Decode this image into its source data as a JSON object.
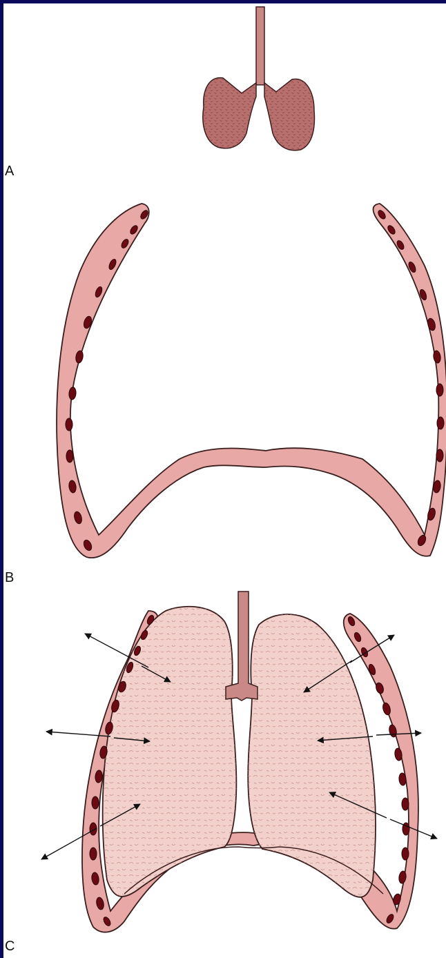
{
  "panels": [
    {
      "label": "A"
    },
    {
      "label": "B"
    },
    {
      "label": "C"
    }
  ],
  "colors": {
    "page_border": "#0a0a5a",
    "background": "#ffffff",
    "tissue_fill": "#e8a9a6",
    "tissue_outline": "#3a1d1d",
    "rib_dark": "#6a0a12",
    "lung_fill": "#f2d0cb",
    "lung_mottle": "#c58b86",
    "arrow": "#111111"
  }
}
